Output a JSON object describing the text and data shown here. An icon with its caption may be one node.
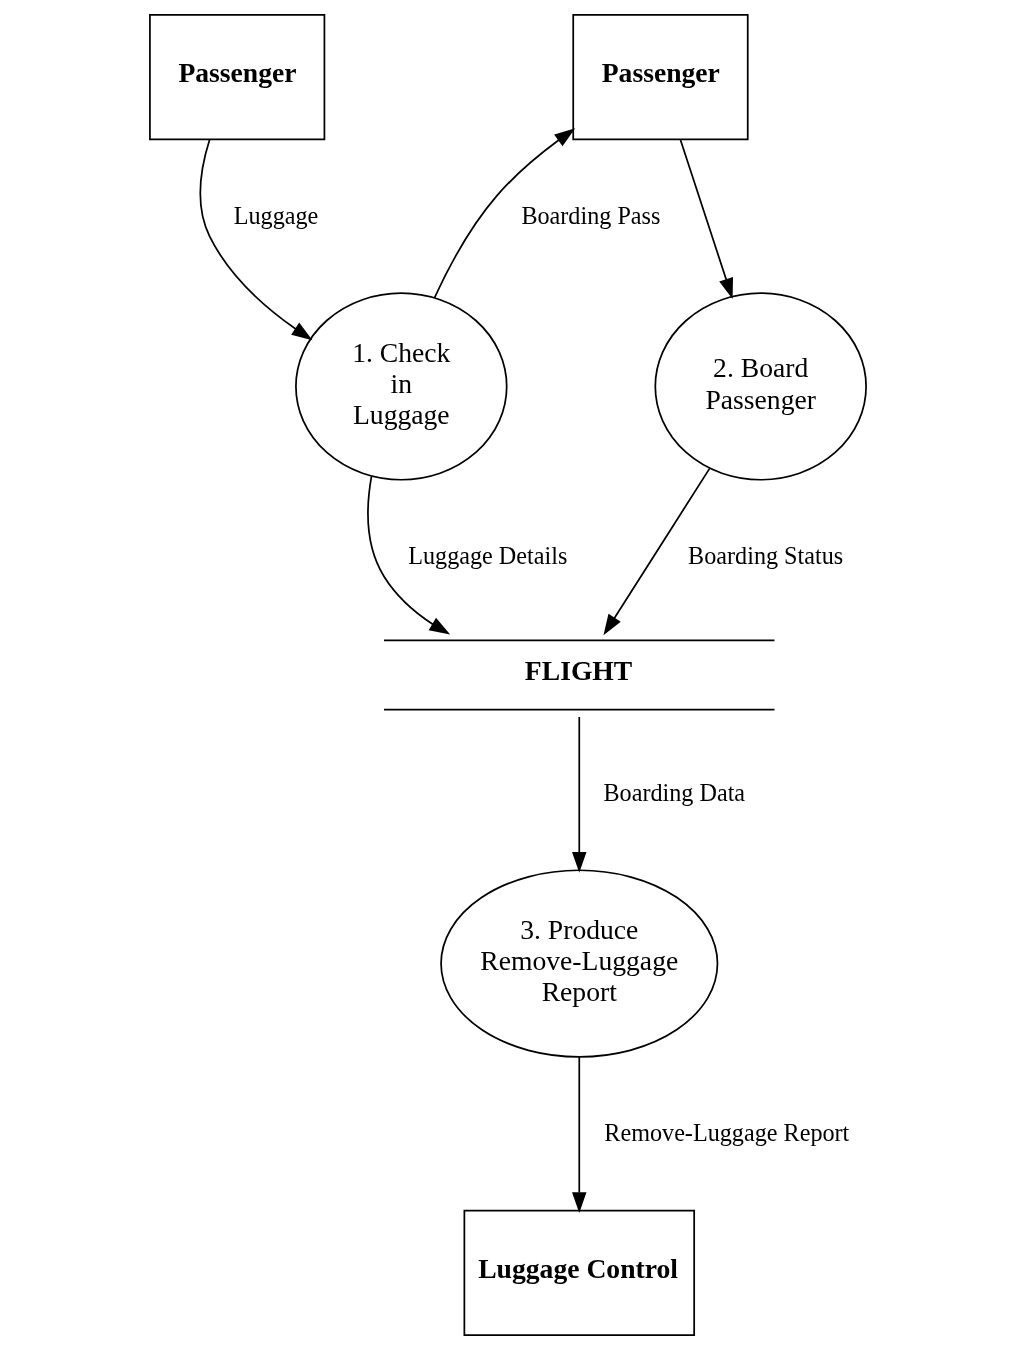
{
  "diagram": {
    "nodes": [
      {
        "text": [
          "Passenger"
        ]
      },
      {
        "text": [
          "Passenger"
        ]
      },
      {
        "text": [
          "1. Check in Luggage"
        ]
      },
      {
        "text": [
          "2. Board Passenger"
        ]
      },
      {
        "text": [
          "FLIGHT"
        ]
      },
      {
        "text": [
          "3. Produce Remove-Luggage Report"
        ]
      },
      {
        "text": [
          "Luggage Control"
        ]
      }
    ],
    "edges": [
      {
        "from": 0,
        "to": 2,
        "arrow": "to",
        "label": "Luggage"
      },
      {
        "from": 2,
        "to": 1,
        "arrow": "to",
        "label": "Boarding Pass"
      },
      {
        "from": 1,
        "to": 3,
        "arrow": "to"
      },
      {
        "from": 2,
        "to": 4,
        "arrow": "to",
        "label": "Luggage Details"
      },
      {
        "from": 3,
        "to": 4,
        "arrow": "to",
        "label": "Boarding Status"
      },
      {
        "from": 4,
        "to": 5,
        "arrow": "to",
        "label": "Boarding Data"
      },
      {
        "from": 5,
        "to": 6,
        "arrow": "to",
        "label": "Remove-Luggage Report"
      }
    ]
  }
}
